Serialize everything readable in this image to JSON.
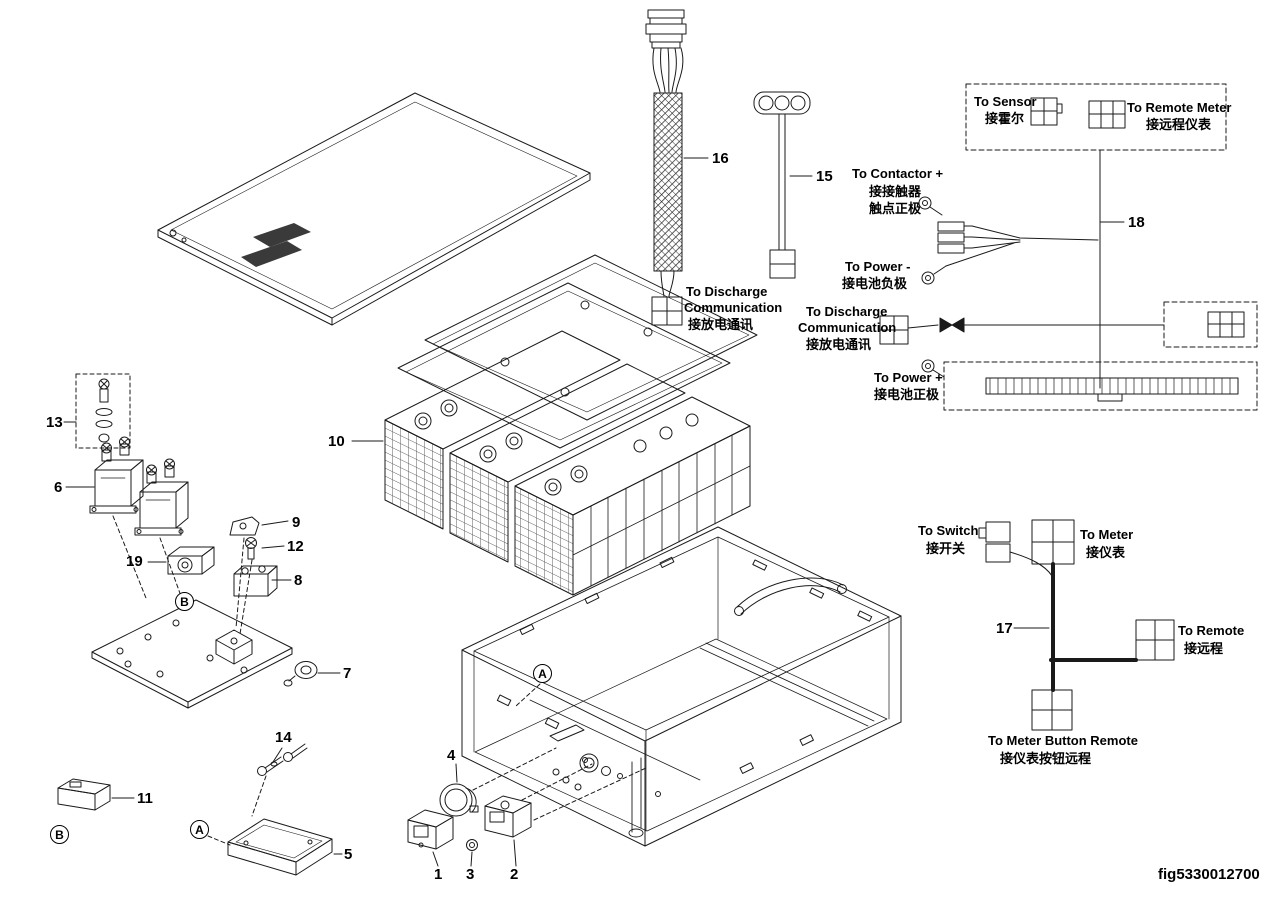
{
  "figure_id": "fig5330012700",
  "part_numbers": [
    "1",
    "2",
    "3",
    "4",
    "5",
    "6",
    "7",
    "8",
    "9",
    "10",
    "11",
    "12",
    "13",
    "14",
    "15",
    "16",
    "17",
    "18",
    "19"
  ],
  "callouts": {
    "a": "A",
    "b": "B"
  },
  "cable16_label": {
    "line1": "To Discharge",
    "line2": "Communication",
    "line3": "接放电通讯"
  },
  "harness18": {
    "sensor_en": "To Sensor",
    "sensor_zh": "接霍尔",
    "remote_meter_en": "To Remote Meter",
    "remote_meter_zh": "接远程仪表",
    "contactor_en": "To Contactor +",
    "contactor_zh1": "接接触器",
    "contactor_zh2": "触点正极",
    "power_minus_en": "To Power -",
    "power_minus_zh": "接电池负极",
    "discharge_en1": "To Discharge",
    "discharge_en2": "Communication",
    "discharge_zh": "接放电通讯",
    "power_plus_en": "To Power +",
    "power_plus_zh": "接电池正极"
  },
  "harness17": {
    "switch_en": "To Switch",
    "switch_zh": "接开关",
    "meter_en": "To Meter",
    "meter_zh": "接仪表",
    "remote_en": "To Remote",
    "remote_zh": "接远程",
    "meter_button_en": "To Meter Button Remote",
    "meter_button_zh": "接仪表按钮远程"
  }
}
